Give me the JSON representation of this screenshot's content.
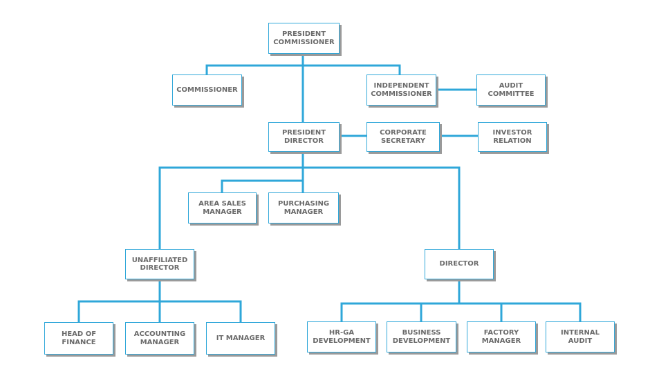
{
  "colors": {
    "connector": "#2fa7d9",
    "box_text": "#6a6a6a",
    "box_shadow": "#9a9a9a",
    "box_border": "#2fa7d9"
  },
  "org_chart": {
    "president_commissioner": "PRESIDENT\nCOMMISSIONER",
    "commissioner": "COMMISSIONER",
    "independent_commissioner": "INDEPENDENT\nCOMMISSIONER",
    "audit_committee": "AUDIT\nCOMMITTEE",
    "president_director": "PRESIDENT\nDIRECTOR",
    "corporate_secretary": "CORPORATE\nSECRETARY",
    "investor_relation": "INVESTOR\nRELATION",
    "area_sales_manager": "AREA SALES\nMANAGER",
    "purchasing_manager": "PURCHASING\nMANAGER",
    "unaffiliated_director": "UNAFFILIATED\nDIRECTOR",
    "director": "DIRECTOR",
    "head_of_finance": "HEAD OF\nFINANCE",
    "accounting_manager": "ACCOUNTING\nMANAGER",
    "it_manager": "IT MANAGER",
    "hr_ga_development": "HR-GA\nDEVELOPMENT",
    "business_development": "BUSINESS\nDEVELOPMENT",
    "factory_manager": "FACTORY\nMANAGER",
    "internal_audit": "INTERNAL\nAUDIT"
  }
}
